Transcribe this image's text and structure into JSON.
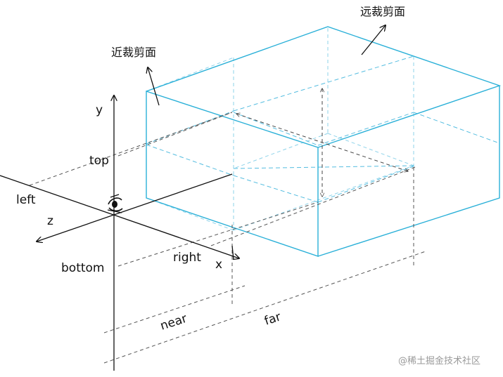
{
  "labels": {
    "far_clip": "远裁剪面",
    "near_clip": "近裁剪面",
    "y": "y",
    "x": "x",
    "z": "z",
    "top": "top",
    "left": "left",
    "right": "right",
    "bottom": "bottom",
    "near": "near",
    "far": "far"
  },
  "watermark": "@稀土掘金技术社区",
  "colors": {
    "frustum": "#2ab0d8",
    "axis": "#111111",
    "guide": "#555555",
    "watermark": "#9a9a9a"
  },
  "icons": {
    "camera": "eye-icon"
  }
}
